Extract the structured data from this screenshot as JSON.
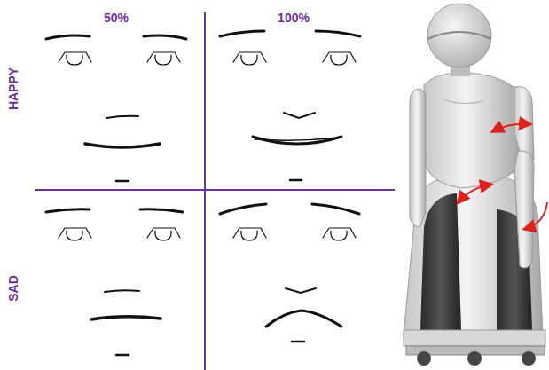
{
  "diagram": {
    "labels": [
      "50%",
      "100%",
      "HAPPY",
      "SAD"
    ]
  }
}
